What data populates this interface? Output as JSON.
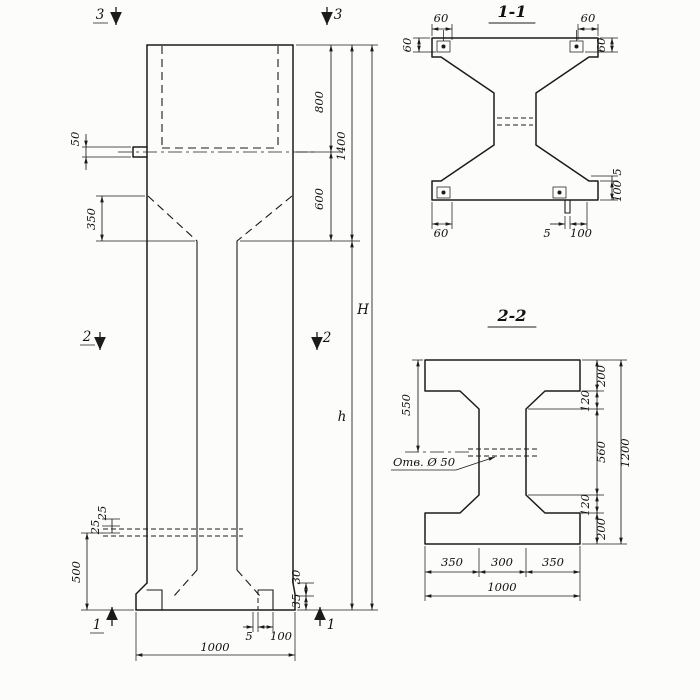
{
  "elevation": {
    "markers": {
      "top": "3",
      "middle": "2",
      "bottom": "1"
    },
    "dims": {
      "ledge": "50",
      "taper": "350",
      "block": "800",
      "upper": "1400",
      "neck": "600",
      "total": "H",
      "shaft": "h",
      "hole_offset": "500",
      "gap1": "25",
      "gap2": "25",
      "foot1": "30",
      "foot2": "35",
      "plate_thk": "5",
      "plate_leg": "100",
      "base": "1000"
    }
  },
  "section11": {
    "title": "1-1",
    "dims": {
      "tl_h": "60",
      "tl_v": "60",
      "tr_h": "60",
      "tr_v": "60",
      "bl": "60",
      "b_thk": "5",
      "b_leg": "100",
      "r_leg": "100",
      "r_thk": "5"
    }
  },
  "section22": {
    "title": "2-2",
    "dims": {
      "to_hole": "550",
      "flange_t": "200",
      "chamfer_t": "120",
      "web": "560",
      "chamfer_b": "120",
      "flange_b": "200",
      "height": "1200",
      "hole": "Отв. Ø 50",
      "b1": "350",
      "b2": "300",
      "b3": "350",
      "b_total": "1000"
    }
  }
}
